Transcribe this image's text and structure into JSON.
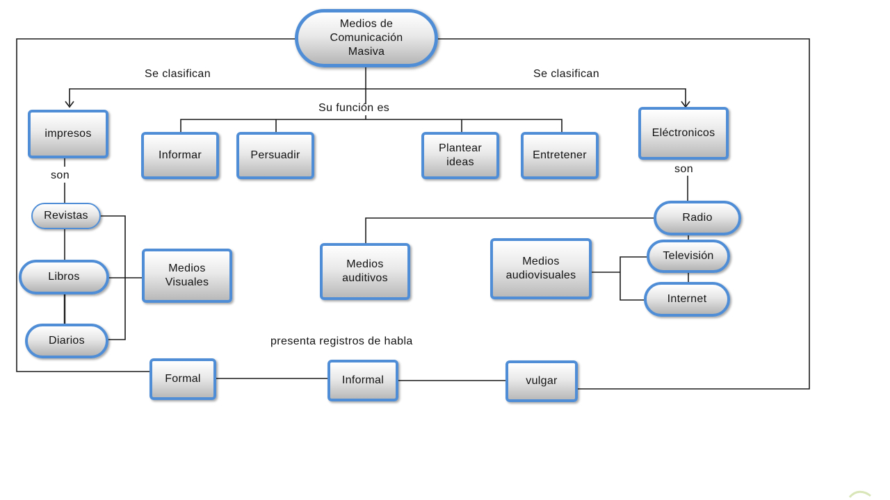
{
  "root": "Medios de\nComunicación\nMasiva",
  "labels": {
    "clasifican_left": "Se clasifican",
    "clasifican_right": "Se clasifican",
    "funcion": "Su función es",
    "son_left": "son",
    "son_right": "son",
    "registros": "presenta registros de habla"
  },
  "categories": {
    "impresos": "impresos",
    "electronicos": "Eléctronicos"
  },
  "functions": [
    "Informar",
    "Persuadir",
    "Plantear\nideas",
    "Entretener"
  ],
  "printed": [
    "Revistas",
    "Libros",
    "Diarios"
  ],
  "printed_group": "Medios\nVisuales",
  "electronic": [
    "Radio",
    "Televisión",
    "Internet"
  ],
  "electronic_groups": {
    "auditivos": "Medios\nauditivos",
    "audiovisuales": "Medios\naudiovisuales"
  },
  "registers": [
    "Formal",
    "Informal",
    "vulgar"
  ],
  "colors": {
    "border": "#4f8ed6",
    "line": "#1a1a1a"
  }
}
